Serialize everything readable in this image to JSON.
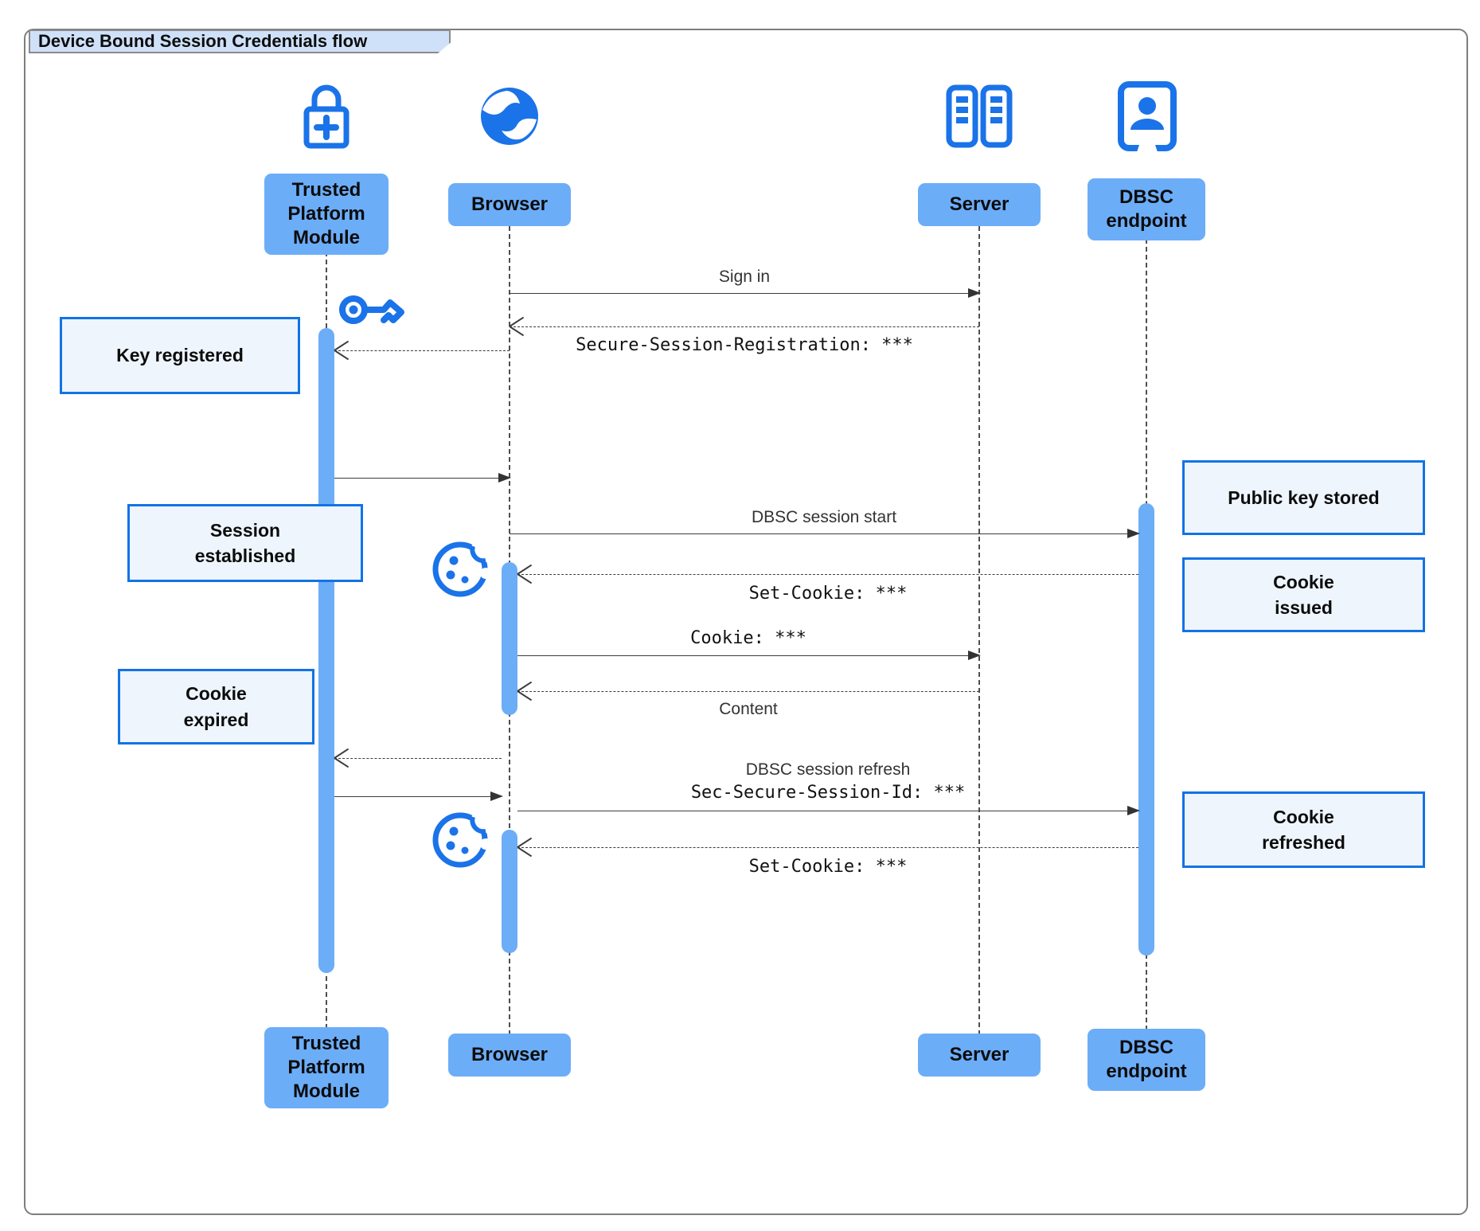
{
  "diagram_type": "sequence",
  "title": "Device Bound Session Credentials flow",
  "colors": {
    "icon_accent": "#1a73e8",
    "activation_bar": "#6cadf8",
    "actor_box": "#6cadf8",
    "note_fill": "#eef5fd",
    "note_border": "#1273e6",
    "title_tab_fill": "#cfe1f8",
    "frame_border": "#7e7e7e",
    "arrow": "#3c3c3c"
  },
  "actors": [
    {
      "id": "tpm",
      "label": "Trusted Platform Module",
      "icon": "lock-plus-icon"
    },
    {
      "id": "browser",
      "label": "Browser",
      "icon": "globe-icon"
    },
    {
      "id": "server",
      "label": "Server",
      "icon": "server-rack-icon"
    },
    {
      "id": "dbsc",
      "label": "DBSC endpoint",
      "icon": "id-badge-icon"
    }
  ],
  "messages": [
    {
      "from": "Browser",
      "to": "Server",
      "label": "Sign in",
      "style": "solid"
    },
    {
      "from": "Server",
      "to": "Browser",
      "label": "Secure-Session-Registration: ***",
      "style": "dashed",
      "font": "mono"
    },
    {
      "from": "Browser",
      "to": "Trusted Platform Module",
      "label": "",
      "style": "dashed"
    },
    {
      "from": "Trusted Platform Module",
      "to": "Browser",
      "label": "",
      "style": "solid"
    },
    {
      "from": "Browser",
      "to": "DBSC endpoint",
      "label": "DBSC session start",
      "style": "solid"
    },
    {
      "from": "DBSC endpoint",
      "to": "Browser",
      "label": "Set-Cookie: ***",
      "style": "dashed",
      "font": "mono"
    },
    {
      "from": "Browser",
      "to": "Server",
      "label": "Cookie: ***",
      "style": "solid",
      "font": "mono"
    },
    {
      "from": "Server",
      "to": "Browser",
      "label": "Content",
      "style": "dashed"
    },
    {
      "from": "Browser",
      "to": "Trusted Platform Module",
      "label": "",
      "style": "dashed"
    },
    {
      "from": "Trusted Platform Module",
      "to": "Browser",
      "label": "",
      "style": "solid"
    },
    {
      "from": "Browser",
      "to": "DBSC endpoint",
      "label": "DBSC session refresh",
      "label2": "Sec-Secure-Session-Id: ***",
      "style": "solid"
    },
    {
      "from": "DBSC endpoint",
      "to": "Browser",
      "label": "Set-Cookie: ***",
      "style": "dashed",
      "font": "mono"
    }
  ],
  "notes": [
    {
      "side": "left",
      "label": "Key registered"
    },
    {
      "side": "left",
      "label": "Session established"
    },
    {
      "side": "left",
      "label": "Cookie expired"
    },
    {
      "side": "right",
      "label": "Public key stored"
    },
    {
      "side": "right",
      "label": "Cookie issued"
    },
    {
      "side": "right",
      "label": "Cookie refreshed"
    }
  ],
  "decorations": [
    {
      "icon": "key-icon",
      "near": "Trusted Platform Module"
    },
    {
      "icon": "cookie-icon",
      "near": "Browser"
    },
    {
      "icon": "cookie-icon",
      "near": "Browser"
    }
  ]
}
